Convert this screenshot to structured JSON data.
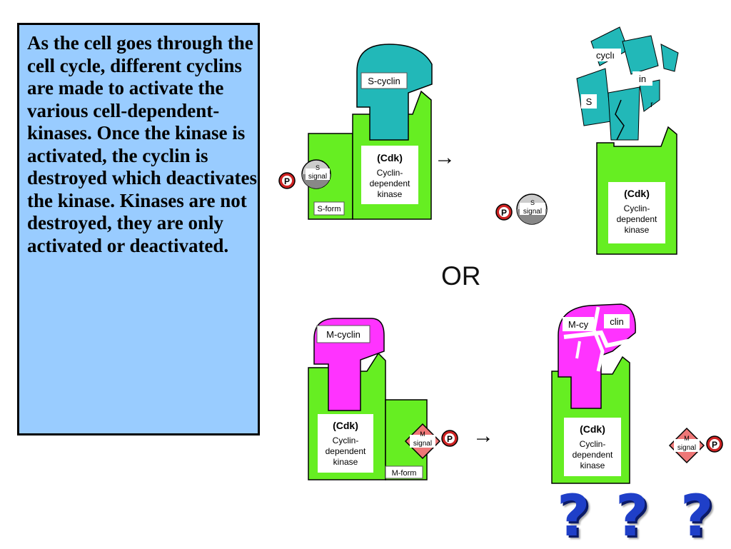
{
  "text_box": {
    "text": "As the cell goes through the cell cycle, different cyclins are made to activate the various cell-dependent-kinases. Once the kinase is activated, the cyclin is destroyed which deactivates the kinase. Kinases are not destroyed, they are only activated or deactivated."
  },
  "colors": {
    "text_box_bg": "#99ccff",
    "kinase_green": "#66ee22",
    "s_cyclin_teal": "#22b8b8",
    "m_cyclin_magenta": "#ff33ff",
    "phosphate_red": "#cc2222",
    "question_blue": "#1f3fc8"
  },
  "diagram": {
    "kinase": {
      "cdk": "(Cdk)",
      "line1": "Cyclin-",
      "line2": "dependent",
      "line3": "kinase"
    },
    "s_cyclin": "S-cyclin",
    "m_cyclin": "M-cyclin",
    "s_form": "S-form",
    "m_form": "M-form",
    "s_signal_top": "S",
    "m_signal_top": "M",
    "signal_word": "signal",
    "phosphate": "P",
    "arrow_glyph": "→",
    "broken_s_fragments": [
      "cyclı",
      "in",
      "S",
      "r"
    ],
    "broken_m_fragments": [
      "M-cy",
      "clin"
    ],
    "or_label": "OR",
    "question_marks": [
      "?",
      "?",
      "?"
    ]
  }
}
